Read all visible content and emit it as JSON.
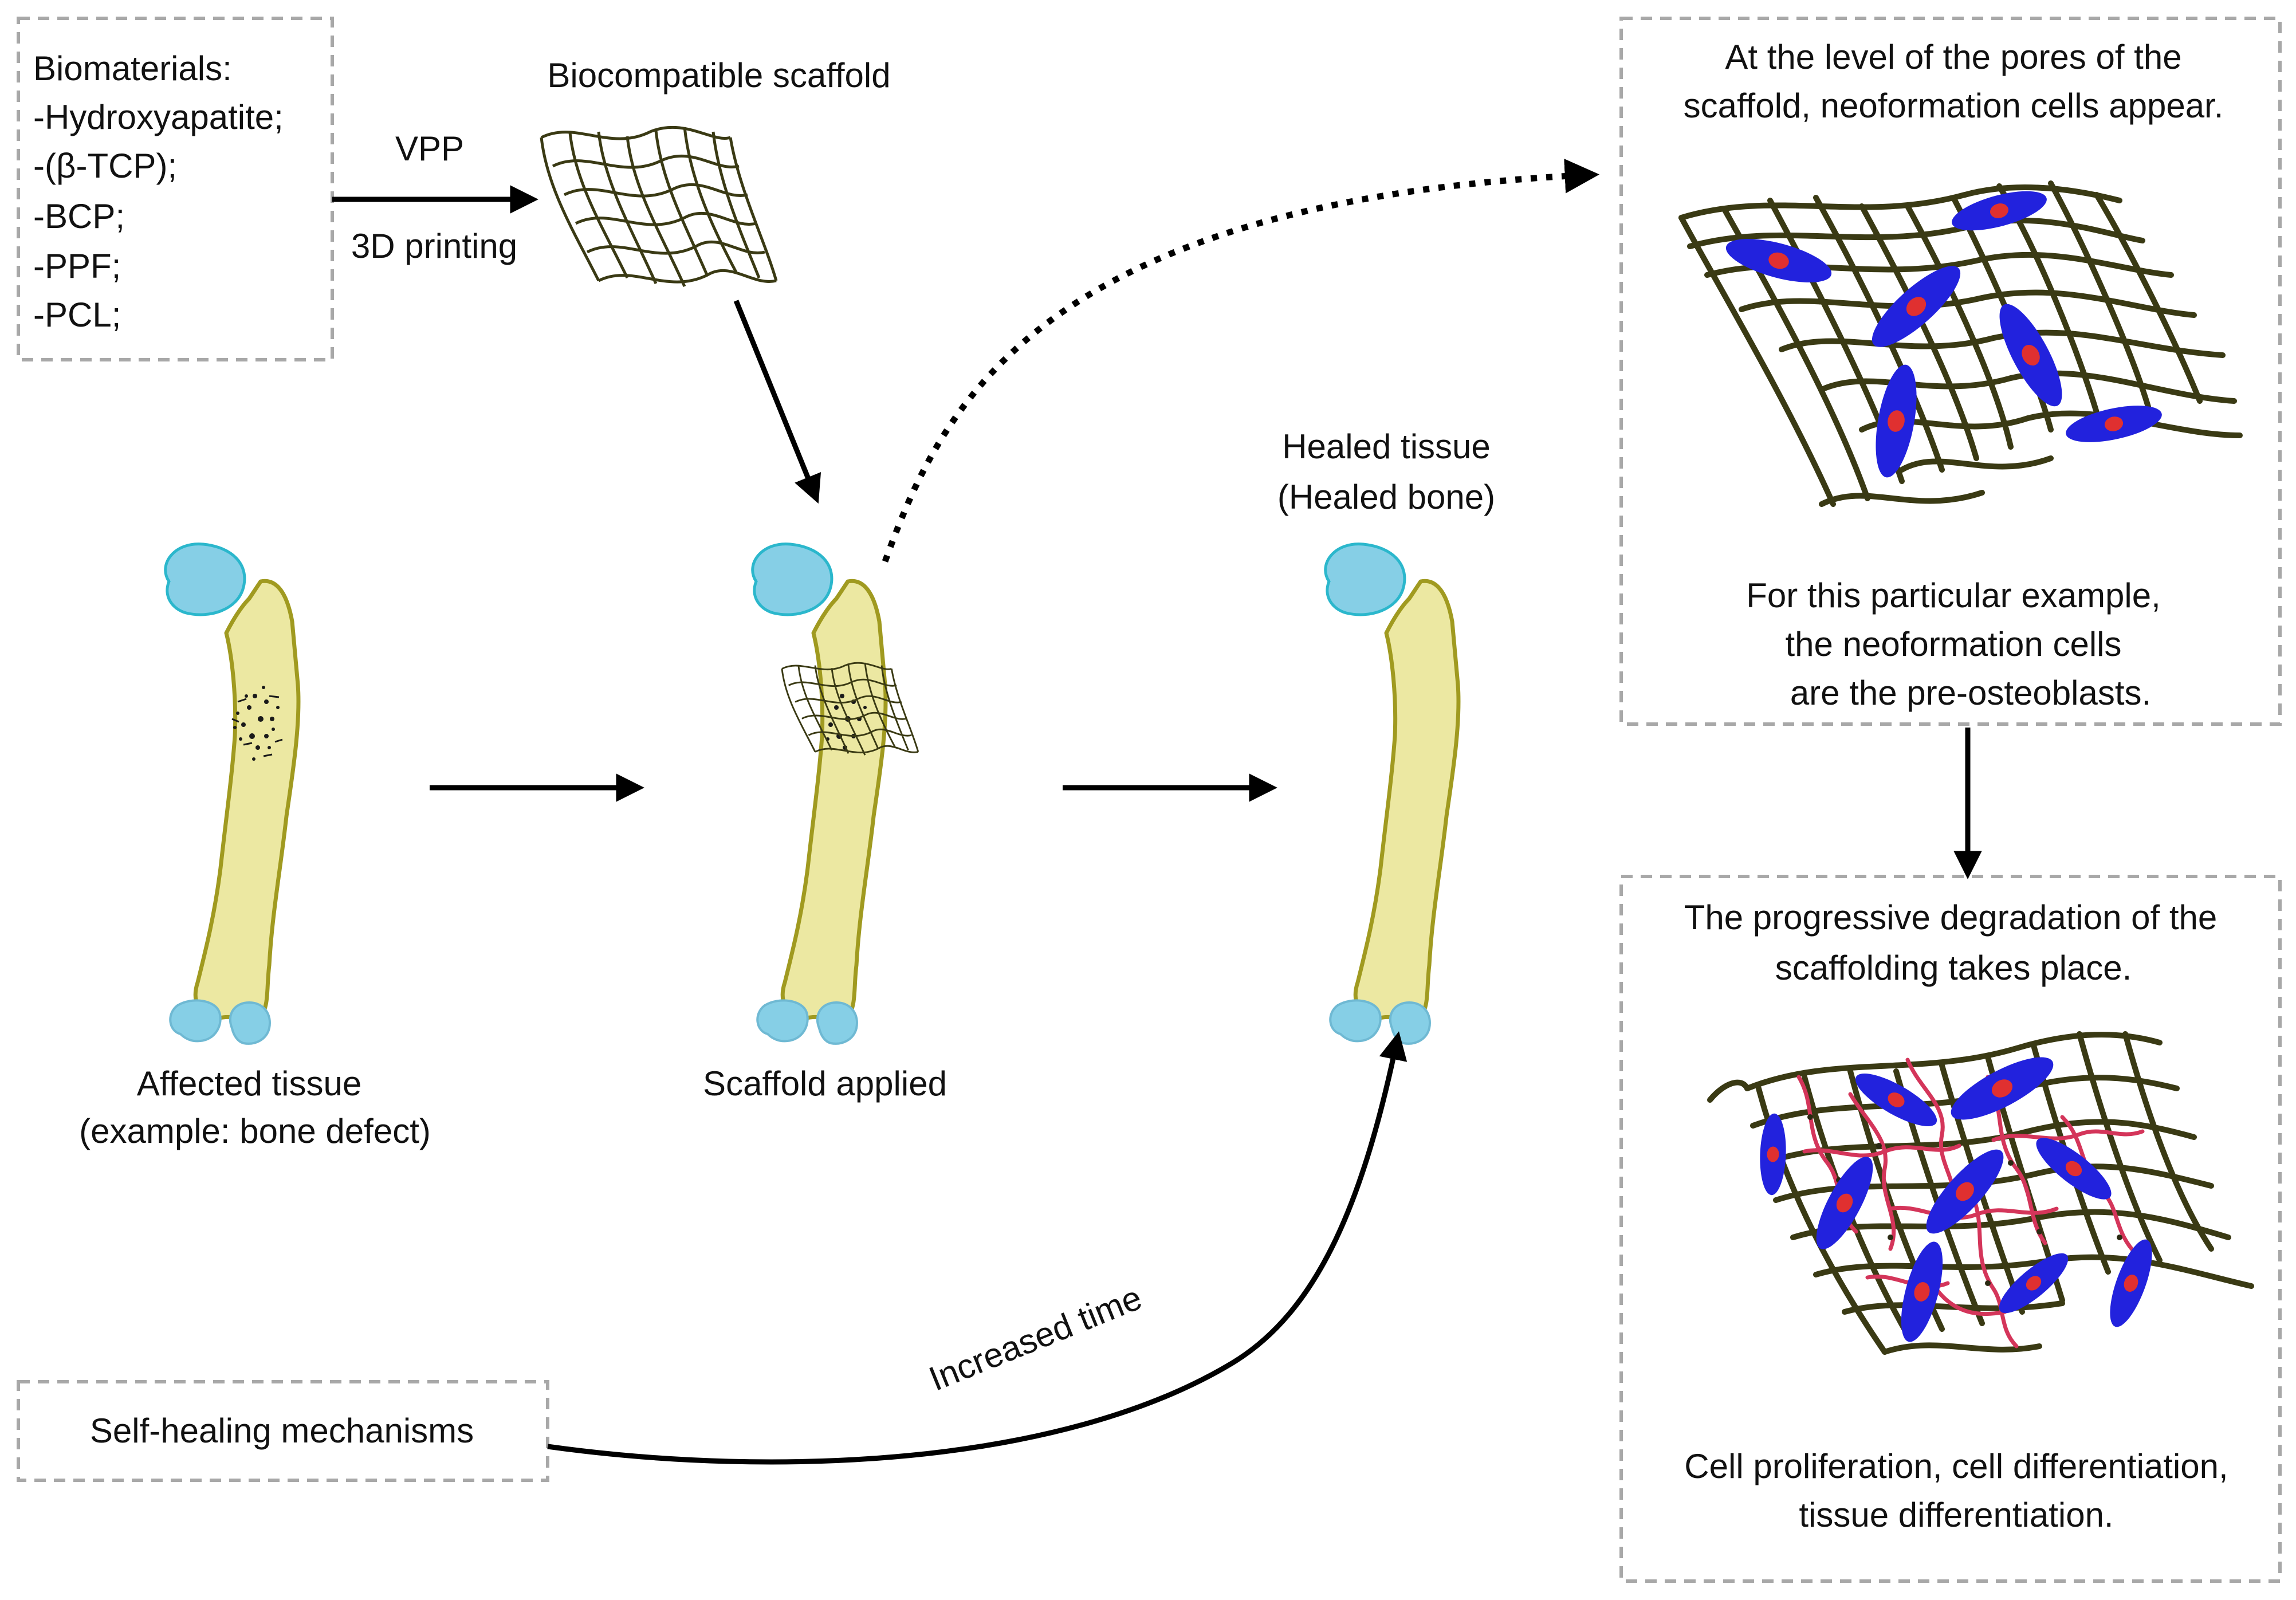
{
  "materials_box": {
    "title": "Biomaterials:",
    "items": [
      "-Hydroxyapatite;",
      "-(β-TCP);",
      "-BCP;",
      "-PPF;",
      "-PCL;"
    ]
  },
  "top_flow": {
    "scaffold_label": "Biocompatible scaffold",
    "arrow_label_top": "VPP",
    "arrow_label_bottom": "3D printing"
  },
  "stages": {
    "affected": [
      "Affected tissue",
      "(example: bone defect)"
    ],
    "applied": "Scaffold applied",
    "healed": [
      "Healed tissue",
      "(Healed bone)"
    ]
  },
  "self_healing": {
    "box_label": "Self-healing mechanisms",
    "curve_label": "Increased time"
  },
  "panel_top": {
    "header": [
      "At the level of the pores of the",
      "scaffold, neoformation cells appear."
    ],
    "footer": [
      "For this particular example,",
      "the neoformation cells",
      "are the pre-osteoblasts."
    ]
  },
  "panel_bottom": {
    "header": [
      "The progressive degradation of the",
      "scaffolding takes place."
    ],
    "footer": [
      "Cell proliferation, cell differentiation,",
      "tissue differentiation."
    ]
  },
  "colors": {
    "bone_fill": "#ece8a2",
    "bone_stroke": "#a09a20",
    "cartilage": "#86cfe6",
    "mesh": "#3a3a14",
    "cell_body": "#2222dd",
    "cell_nucleus": "#e03030",
    "fibers": "#d4355a"
  }
}
